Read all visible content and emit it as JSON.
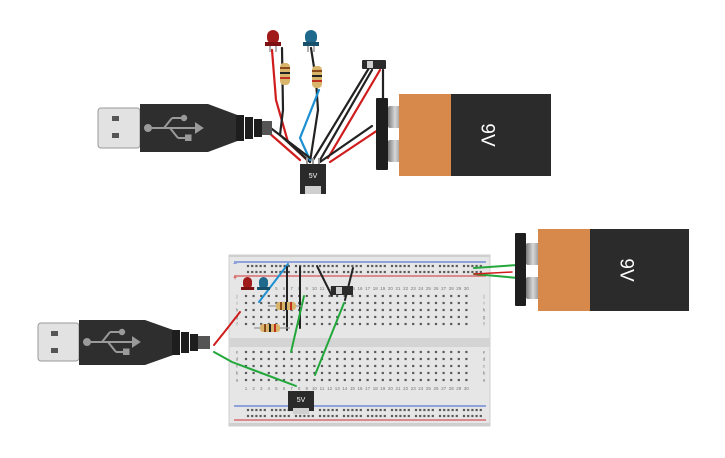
{
  "battery_top": {
    "label": "9V"
  },
  "battery_bottom": {
    "label": "9V"
  },
  "regulator_top": {
    "label": "5V"
  },
  "regulator_bottom": {
    "label": "5V"
  },
  "breadboard": {
    "row_letters": [
      "a",
      "b",
      "c",
      "d",
      "e",
      "f",
      "g",
      "h",
      "i",
      "j"
    ],
    "column_numbers": [
      "1",
      "2",
      "3",
      "4",
      "5",
      "6",
      "7",
      "8",
      "9",
      "10",
      "11",
      "12",
      "13",
      "14",
      "15",
      "16",
      "17",
      "18",
      "19",
      "20",
      "21",
      "22",
      "23",
      "24",
      "25",
      "26",
      "27",
      "28",
      "29",
      "30"
    ],
    "rail_plus": "+",
    "rail_minus": "−"
  },
  "colors": {
    "battery_body": "#2b2b2b",
    "battery_label": "#d6894a",
    "usb_plug": "#2e2e2e",
    "led_red": "#a11a1a",
    "led_blue": "#1f6a8c",
    "wire_red": "#d01c1c",
    "wire_black": "#222222",
    "wire_blue": "#1c8fd1",
    "wire_green": "#22a83a",
    "breadboard": "#e6e6e6"
  }
}
